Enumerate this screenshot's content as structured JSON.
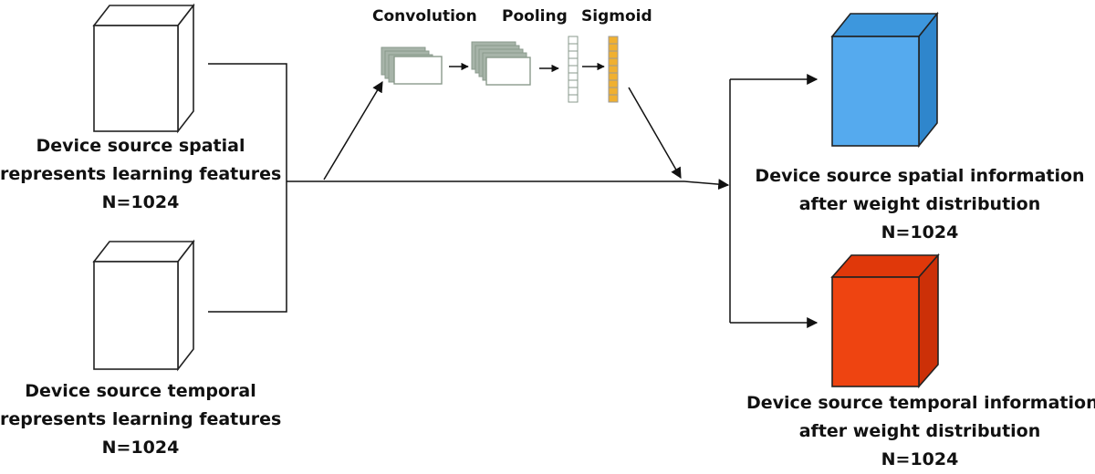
{
  "inputs": {
    "spatial": {
      "line1": "Device source spatial",
      "line2": "represents learning features",
      "count": "N=1024"
    },
    "temporal": {
      "line1": "Device source temporal",
      "line2": "represents learning features",
      "count": "N=1024"
    }
  },
  "attention": {
    "convolution": "Convolution",
    "pooling": "Pooling",
    "sigmoid": "Sigmoid"
  },
  "outputs": {
    "spatial": {
      "line1": "Device source spatial information",
      "line2": "after weight distribution",
      "count": "N=1024",
      "color": "#55AAEE"
    },
    "temporal": {
      "line1": "Device source temporal information",
      "line2": "after weight distribution",
      "count": "N=1024",
      "color": "#EE4411"
    }
  },
  "colors": {
    "sigmoid_cells": "#F0B030",
    "conv_frames": "#A7B4A9",
    "line": "#111111"
  }
}
